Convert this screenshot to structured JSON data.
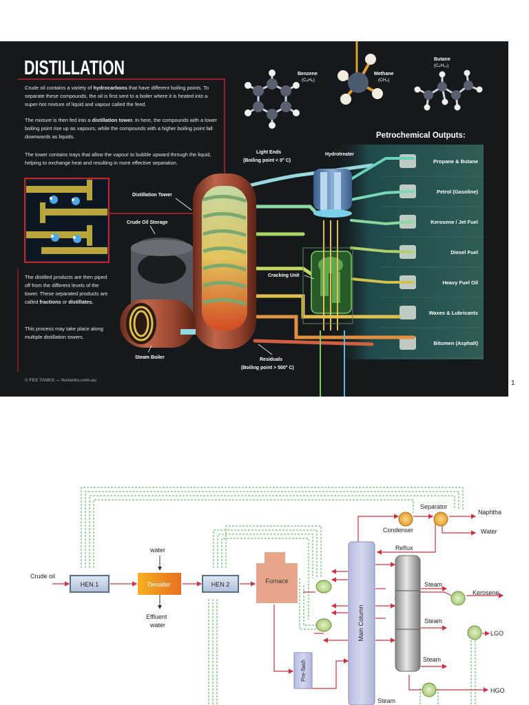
{
  "infographic": {
    "title": "DISTILLATION",
    "para1": [
      {
        "text": "Crude oil contains a variety of ",
        "bold": false
      },
      {
        "text": "hydrocarbons",
        "bold": true
      },
      {
        "text": " that have different boiling points. To separate these compounds, the oil is first sent to a boiler where it is heated into a super-hot mixture of liquid and vapour called the feed.",
        "bold": false
      }
    ],
    "para2": [
      {
        "text": "The mixture is then fed into a ",
        "bold": false
      },
      {
        "text": "distillation tower.",
        "bold": true
      },
      {
        "text": " In here, the compounds with a lower boiling point rise up as vapours, while the compounds with a higher boiling point fall downwards as liquids.",
        "bold": false
      }
    ],
    "para3": [
      {
        "text": "The tower contains trays that allow the vapour to bubble upward through the liquid, helping to exchange heat and resulting in more effective separation.",
        "bold": false
      }
    ],
    "para4": [
      {
        "text": "The distilled products are then piped off from the different levels of the tower. These separated products are called ",
        "bold": false
      },
      {
        "text": "fractions",
        "bold": true
      },
      {
        "text": " or ",
        "bold": false
      },
      {
        "text": "distillates.",
        "bold": true
      }
    ],
    "para5": [
      {
        "text": "This process may take place along multiple distillation towers.",
        "bold": false
      }
    ],
    "molecules": {
      "benzene": "Benzene",
      "benzene_formula": "(C₆H₆)",
      "methane": "Methane",
      "methane_formula": "(CH₄)",
      "butane": "Butane",
      "butane_formula": "(C₄H₁₀)"
    },
    "labels": {
      "light_ends": "Light Ends",
      "light_ends_bp": "(Boiling point < 0° C)",
      "hydrotreater": "Hydrotreater",
      "distillation_tower": "Distillation Tower",
      "crude_oil_storage": "Crude Oil Storage",
      "cracking_unit": "Cracking Unit",
      "steam_boiler": "Steam Boiler",
      "residuals": "Residuals",
      "residuals_bp": "(Boiling point > 500° C)"
    },
    "outputs_heading": "Petrochemical Outputs:",
    "outputs": [
      {
        "label": "Propane & Butane",
        "icon": "gas-cylinder-icon"
      },
      {
        "label": "Petrol (Gasoline)",
        "icon": "fuel-pump-icon"
      },
      {
        "label": "Kerosene / Jet Fuel",
        "icon": "airplane-icon"
      },
      {
        "label": "Diesel Fuel",
        "icon": "truck-icon"
      },
      {
        "label": "Heavy Fuel Oil",
        "icon": "factory-icon"
      },
      {
        "label": "Waxes & Lubricants",
        "icon": "oil-can-icon"
      },
      {
        "label": "Bitumen (Asphalt)",
        "icon": "asphalt-icon"
      }
    ],
    "footer": "© FES TANKS — festanks.com.au"
  },
  "page_number": "1",
  "process_diagram": {
    "crude_oil": "Crude oil",
    "hen1": "HEN 1",
    "water_in": "water",
    "desalter": "Desalter",
    "effluent_line1": "Effluent",
    "effluent_line2": "water",
    "hen2": "HEN 2",
    "furnace": "Furnace",
    "preflash": "Pre-flash",
    "main_column": "Main Column",
    "condenser": "Condenser",
    "separator": "Separator",
    "naphtha": "Naphtha",
    "water_out": "Water",
    "reflux": "Reflux",
    "steam1": "Steam",
    "steam2": "Steam",
    "steam3": "Steam",
    "steam_bottom": "Steam",
    "kerosene": "Kerosene",
    "lgo": "LGO",
    "hgo": "HGO"
  },
  "colors": {
    "infographic_bg": "#15191c",
    "accent_red": "#c8202a",
    "pipe_red": "#d03040",
    "pipe_green_dashed": "#4caf50",
    "desalter_orange": "#f39a1e",
    "furnace_tan": "#e6a58a",
    "column_lavender": "#c5c9e6"
  }
}
